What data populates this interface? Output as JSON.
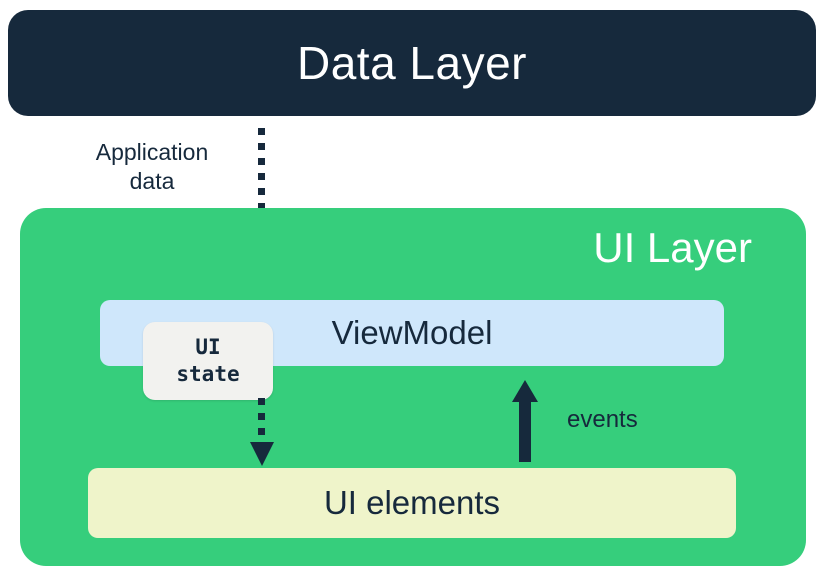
{
  "diagram": {
    "data_layer_label": "Data Layer",
    "application_data_label": "Application data",
    "ui_layer_label": "UI Layer",
    "viewmodel_label": "ViewModel",
    "ui_state_label": "UI state",
    "events_label": "events",
    "ui_elements_label": "UI elements"
  },
  "colors": {
    "navy": "#16293c",
    "green": "#36ce7c",
    "light_blue": "#cfe7fb",
    "cream": "#eff4ca",
    "ui_state_bg": "#f2f2ef",
    "background": "#ffffff"
  }
}
